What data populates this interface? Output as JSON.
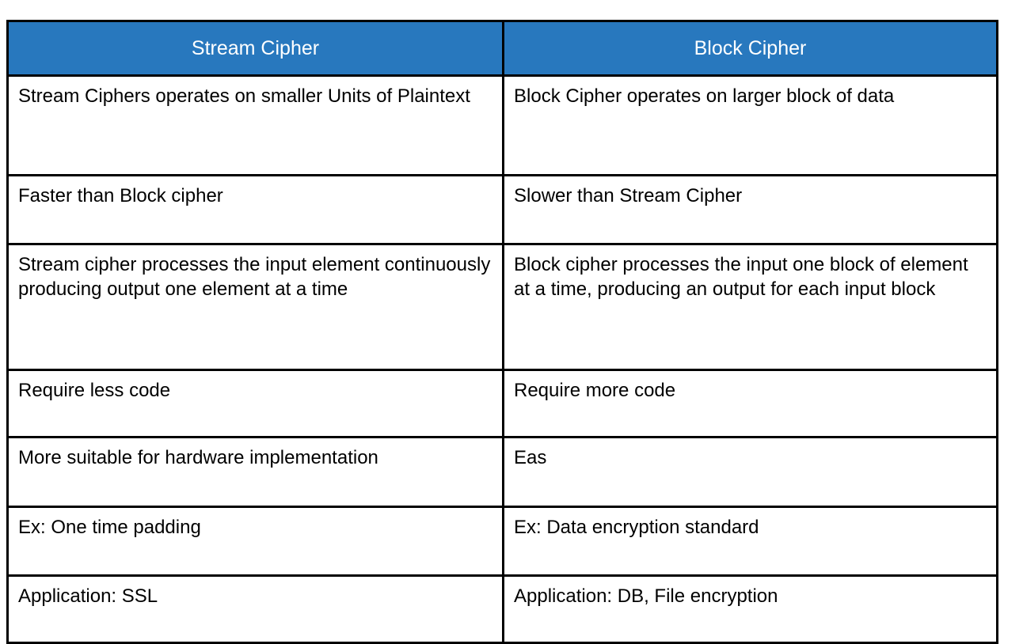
{
  "table": {
    "headers": [
      {
        "label": "Stream Cipher"
      },
      {
        "label": "Block Cipher"
      }
    ],
    "header_bg_color": "#2878BE",
    "header_text_color": "#FFFFFF",
    "border_color": "#000000",
    "body_text_color": "#000000",
    "rows": [
      {
        "stream": "Stream Ciphers operates on smaller Units of Plaintext",
        "block": "Block Cipher operates on larger block of data"
      },
      {
        "stream": "Faster than Block cipher",
        "block": "Slower than Stream Cipher"
      },
      {
        "stream": "Stream cipher processes the input element continuously producing output one element at a time",
        "block": "Block cipher processes the input one block of element at a time, producing an output for each input block"
      },
      {
        "stream": "Require less code",
        "block": "Require more code"
      },
      {
        "stream": "More suitable for hardware implementation",
        "block": "Eas"
      },
      {
        "stream": "Ex: One time padding",
        "block": "Ex: Data encryption standard"
      },
      {
        "stream": "Application: SSL",
        "block": "Application: DB, File encryption"
      }
    ]
  }
}
